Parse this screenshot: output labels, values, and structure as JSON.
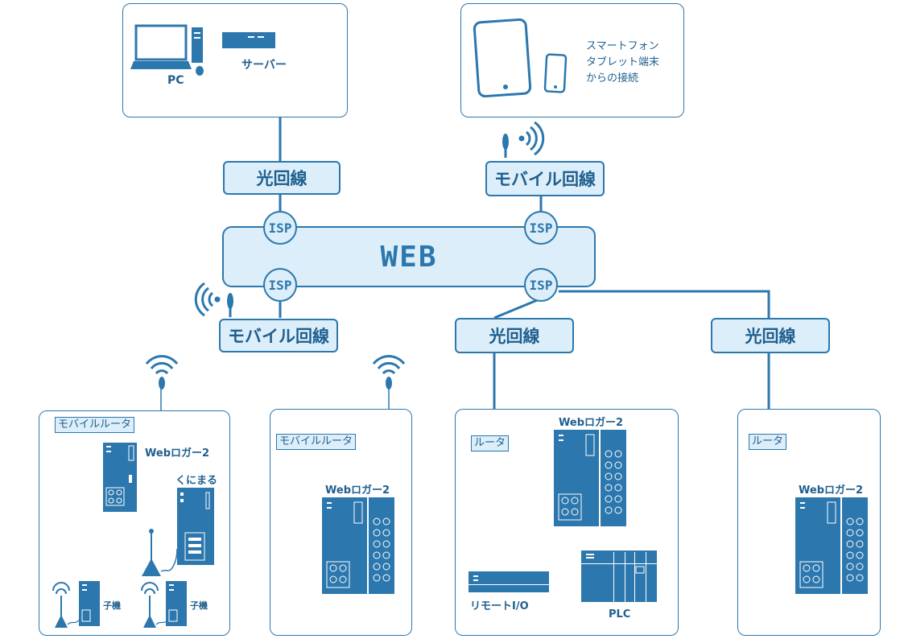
{
  "top_left": {
    "pc_label": "PC",
    "server_label": "サーバー"
  },
  "top_right": {
    "text_lines": [
      "スマートフォン",
      "タブレット端末",
      "からの接続"
    ]
  },
  "network": {
    "hikari_top": "光回線",
    "mobile_top": "モバイル回線",
    "web": "WEB",
    "isp": "ISP",
    "mobile_bottom": "モバイル回線",
    "hikari_mid": "光回線",
    "hikari_right": "光回線"
  },
  "site1": {
    "router": "モバイルルータ",
    "logger": "Webロガー2",
    "kunimaru": "くにまる",
    "child": "子機"
  },
  "site2": {
    "router": "モバイルルータ",
    "logger": "Webロガー2"
  },
  "site3": {
    "router": "ルータ",
    "logger": "Webロガー2",
    "remote_io": "リモートI/O",
    "plc": "PLC"
  },
  "site4": {
    "router": "ルータ",
    "logger": "Webロガー2"
  },
  "colors": {
    "primary": "#2c77ad",
    "fill": "#dceefa",
    "text": "#1f5f8e"
  }
}
